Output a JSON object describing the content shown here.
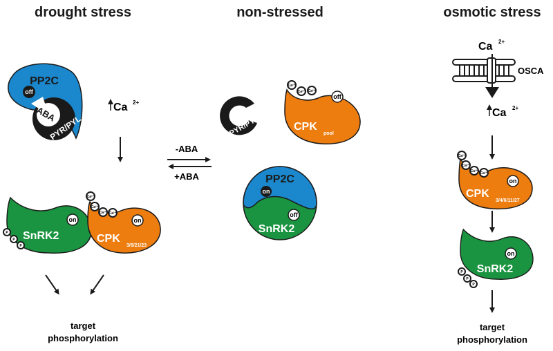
{
  "titles": {
    "drought": "drought stress",
    "non_stressed": "non-stressed",
    "osmotic": "osmotic stress"
  },
  "colors": {
    "pp2c": "#1b87cc",
    "snrk2": "#1a9440",
    "cpk": "#ee7d10",
    "black": "#1a1a1a"
  },
  "drought": {
    "pp2c": "PP2C",
    "off": "off",
    "aba": "ABA",
    "pyr": "PYR/PYL",
    "ca": "Ca",
    "ca_sup": "2+",
    "snrk2": "SnRK2",
    "on": "on",
    "p": "P",
    "cpk": "CPK",
    "cpk_sub": "3/6/21/23",
    "ca_bead": "Ca²⁺",
    "target1": "target",
    "target2": "phosphorylation"
  },
  "center": {
    "minus_aba": "-ABA",
    "plus_aba": "+ABA",
    "pyr": "PYR/PYL",
    "cpk": "CPK",
    "cpk_sub": "pool",
    "off": "off",
    "ca_bead": "Ca²⁺",
    "pp2c": "PP2C",
    "on": "on",
    "snrk2": "SnRK2",
    "off2": "off"
  },
  "osmotic": {
    "ca": "Ca",
    "ca_sup": "2+",
    "osca": "OSCA",
    "ca2": "Ca",
    "ca2_sup": "2+",
    "cpk": "CPK",
    "cpk_sub": "3/4/6/11/27",
    "on": "on",
    "ca_bead": "Ca²⁺",
    "snrk2": "SnRK2",
    "on2": "on",
    "p": "P",
    "target1": "target",
    "target2": "phosphorylation"
  }
}
